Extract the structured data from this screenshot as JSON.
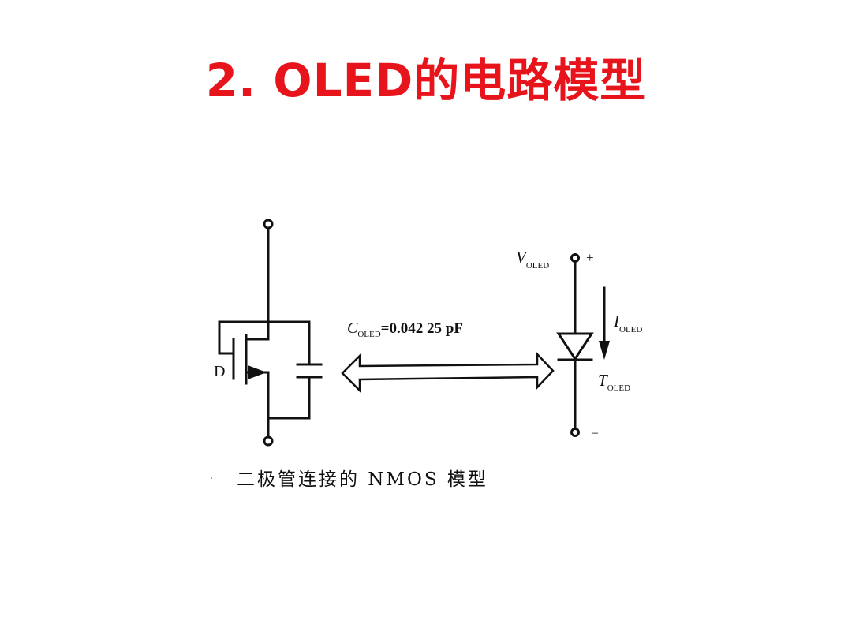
{
  "slide": {
    "title": "2. OLED的电路模型",
    "caption": "二极管连接的 NMOS 模型"
  },
  "diagram": {
    "mos_label": "D",
    "c_symbol": "C",
    "c_sub": "OLED",
    "c_value": "=0.042 25 pF",
    "v_symbol": "V",
    "v_sub": "OLED",
    "i_symbol": "I",
    "i_sub": "OLED",
    "t_symbol": "T",
    "t_sub": "OLED",
    "plus": "+",
    "minus": "–"
  },
  "colors": {
    "title": "#e8141b",
    "ink": "#111111"
  }
}
